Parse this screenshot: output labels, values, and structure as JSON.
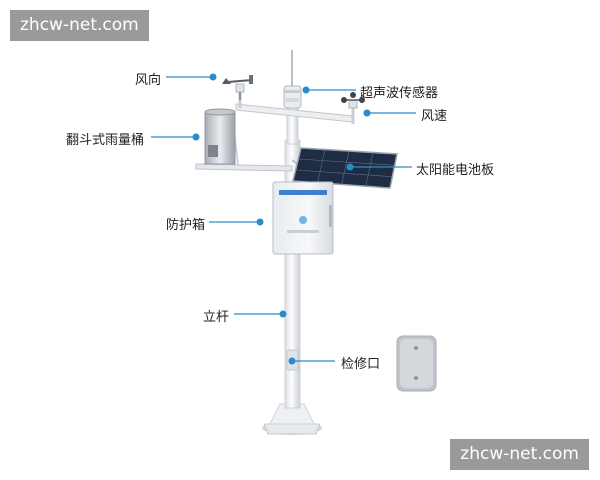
{
  "watermark": {
    "top_left": "zhcw-net.com",
    "bottom_right": "zhcw-net.com"
  },
  "labels": {
    "wind_direction": "风向",
    "ultrasonic_sensor": "超声波传感器",
    "wind_speed": "风速",
    "rain_gauge": "翻斗式雨量桶",
    "solar_panel": "太阳能电池板",
    "protective_box": "防护箱",
    "pole": "立杆",
    "inspection_port": "检修口"
  },
  "colors": {
    "accent": "#2a8cc8",
    "pole": "#f1f3f6",
    "panel": "#1e2d44"
  }
}
